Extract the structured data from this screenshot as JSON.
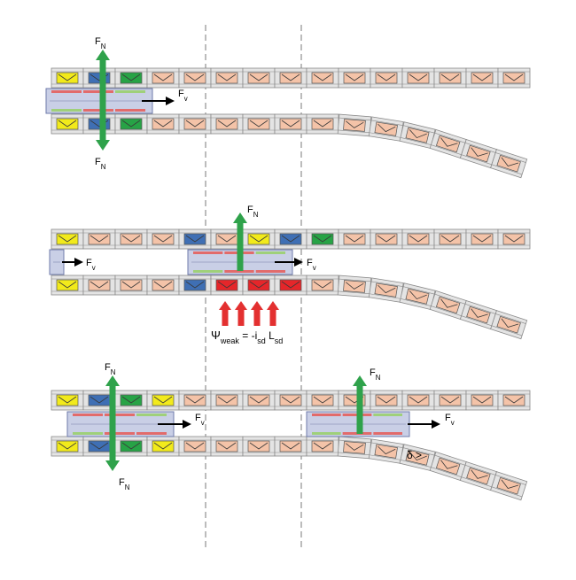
{
  "colors": {
    "background": "#ffffff",
    "track_fill": "#e4e4e4",
    "track_stroke": "#8a8a8a",
    "coil_default": "#f4c3a8",
    "coil_yellow": "#f2ea1b",
    "coil_blue": "#3f6fb4",
    "coil_green": "#27a346",
    "coil_red": "#e5262a",
    "mover_fill": "#c9cfe6",
    "mover_stroke": "#6f7bab",
    "magnet_red": "#e26b6b",
    "magnet_green": "#9fd07a",
    "force_normal": "#2fa24b",
    "force_lift": "#e33030",
    "divider": "#7a7a7a"
  },
  "icons": {
    "coil": "coil-winding-icon",
    "normal_force": "double-arrow-icon",
    "thrust": "right-arrow-icon",
    "lift": "up-arrow-icon"
  },
  "labels": {
    "fn_main": "F",
    "fn_sub": "N",
    "fv_main": "F",
    "fv_sub": "v",
    "psi": "Ψ",
    "psi_sub": "weak",
    "psi_eq": " = -i",
    "psi_isd_sub": "sd",
    "psi_l": " L",
    "psi_lsd_sub": "sd",
    "delta": "δ >"
  },
  "panels": [
    {
      "id": "panel-1",
      "upper_colors": [
        "yellow",
        "blue",
        "green",
        "default",
        "default",
        "default",
        "default",
        "default",
        "default",
        "default",
        "default",
        "default",
        "default",
        "default",
        "default"
      ],
      "lower_colors": [
        "yellow",
        "blue",
        "green",
        "default",
        "default",
        "default",
        "default",
        "default",
        "default",
        "default",
        "default",
        "default",
        "default",
        "default",
        "default"
      ]
    },
    {
      "id": "panel-2",
      "upper_colors": [
        "yellow",
        "default",
        "default",
        "default",
        "blue",
        "default",
        "yellow",
        "blue",
        "green",
        "default",
        "default",
        "default",
        "default",
        "default",
        "default"
      ],
      "lower_colors": [
        "yellow",
        "default",
        "default",
        "default",
        "blue",
        "red",
        "red",
        "red",
        "default",
        "default",
        "default",
        "default",
        "default",
        "default",
        "default"
      ]
    },
    {
      "id": "panel-3",
      "upper_colors": [
        "yellow",
        "blue",
        "green",
        "yellow",
        "default",
        "default",
        "default",
        "default",
        "default",
        "default",
        "default",
        "default",
        "default",
        "default",
        "default"
      ],
      "lower_colors": [
        "yellow",
        "blue",
        "green",
        "yellow",
        "default",
        "default",
        "default",
        "default",
        "default",
        "default",
        "default",
        "default",
        "default",
        "default",
        "default"
      ]
    }
  ]
}
